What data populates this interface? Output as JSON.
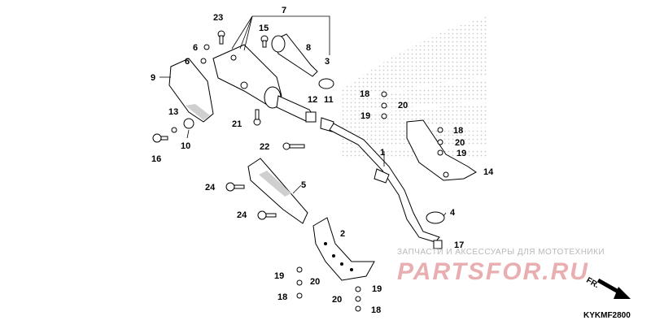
{
  "diagram_code": "KYKMF2800",
  "front_label": "FR.",
  "watermark": {
    "tagline": "ЗАПЧАСТИ И АКСЕССУАРЫ ДЛЯ МОТОТЕХНИКИ",
    "brand": "PARTSFOR.RU"
  },
  "callouts": {
    "1": "1",
    "2": "2",
    "3": "3",
    "4": "4",
    "5": "5",
    "6a": "6",
    "6b": "6",
    "7": "7",
    "8": "8",
    "9": "9",
    "10": "10",
    "11": "11",
    "12": "12",
    "13": "13",
    "14": "14",
    "15": "15",
    "16": "16",
    "17": "17",
    "18a": "18",
    "18b": "18",
    "18c": "18",
    "18d": "18",
    "19a": "19",
    "19b": "19",
    "19c": "19",
    "19d": "19",
    "20a": "20",
    "20b": "20",
    "20c": "20",
    "20d": "20",
    "21": "21",
    "22": "22",
    "23": "23",
    "24a": "24",
    "24b": "24"
  },
  "colors": {
    "line": "#000000",
    "logo_dots": "#c9c9c9",
    "watermark_brand": "#e8aeb0",
    "watermark_text": "#b8b8b8"
  }
}
